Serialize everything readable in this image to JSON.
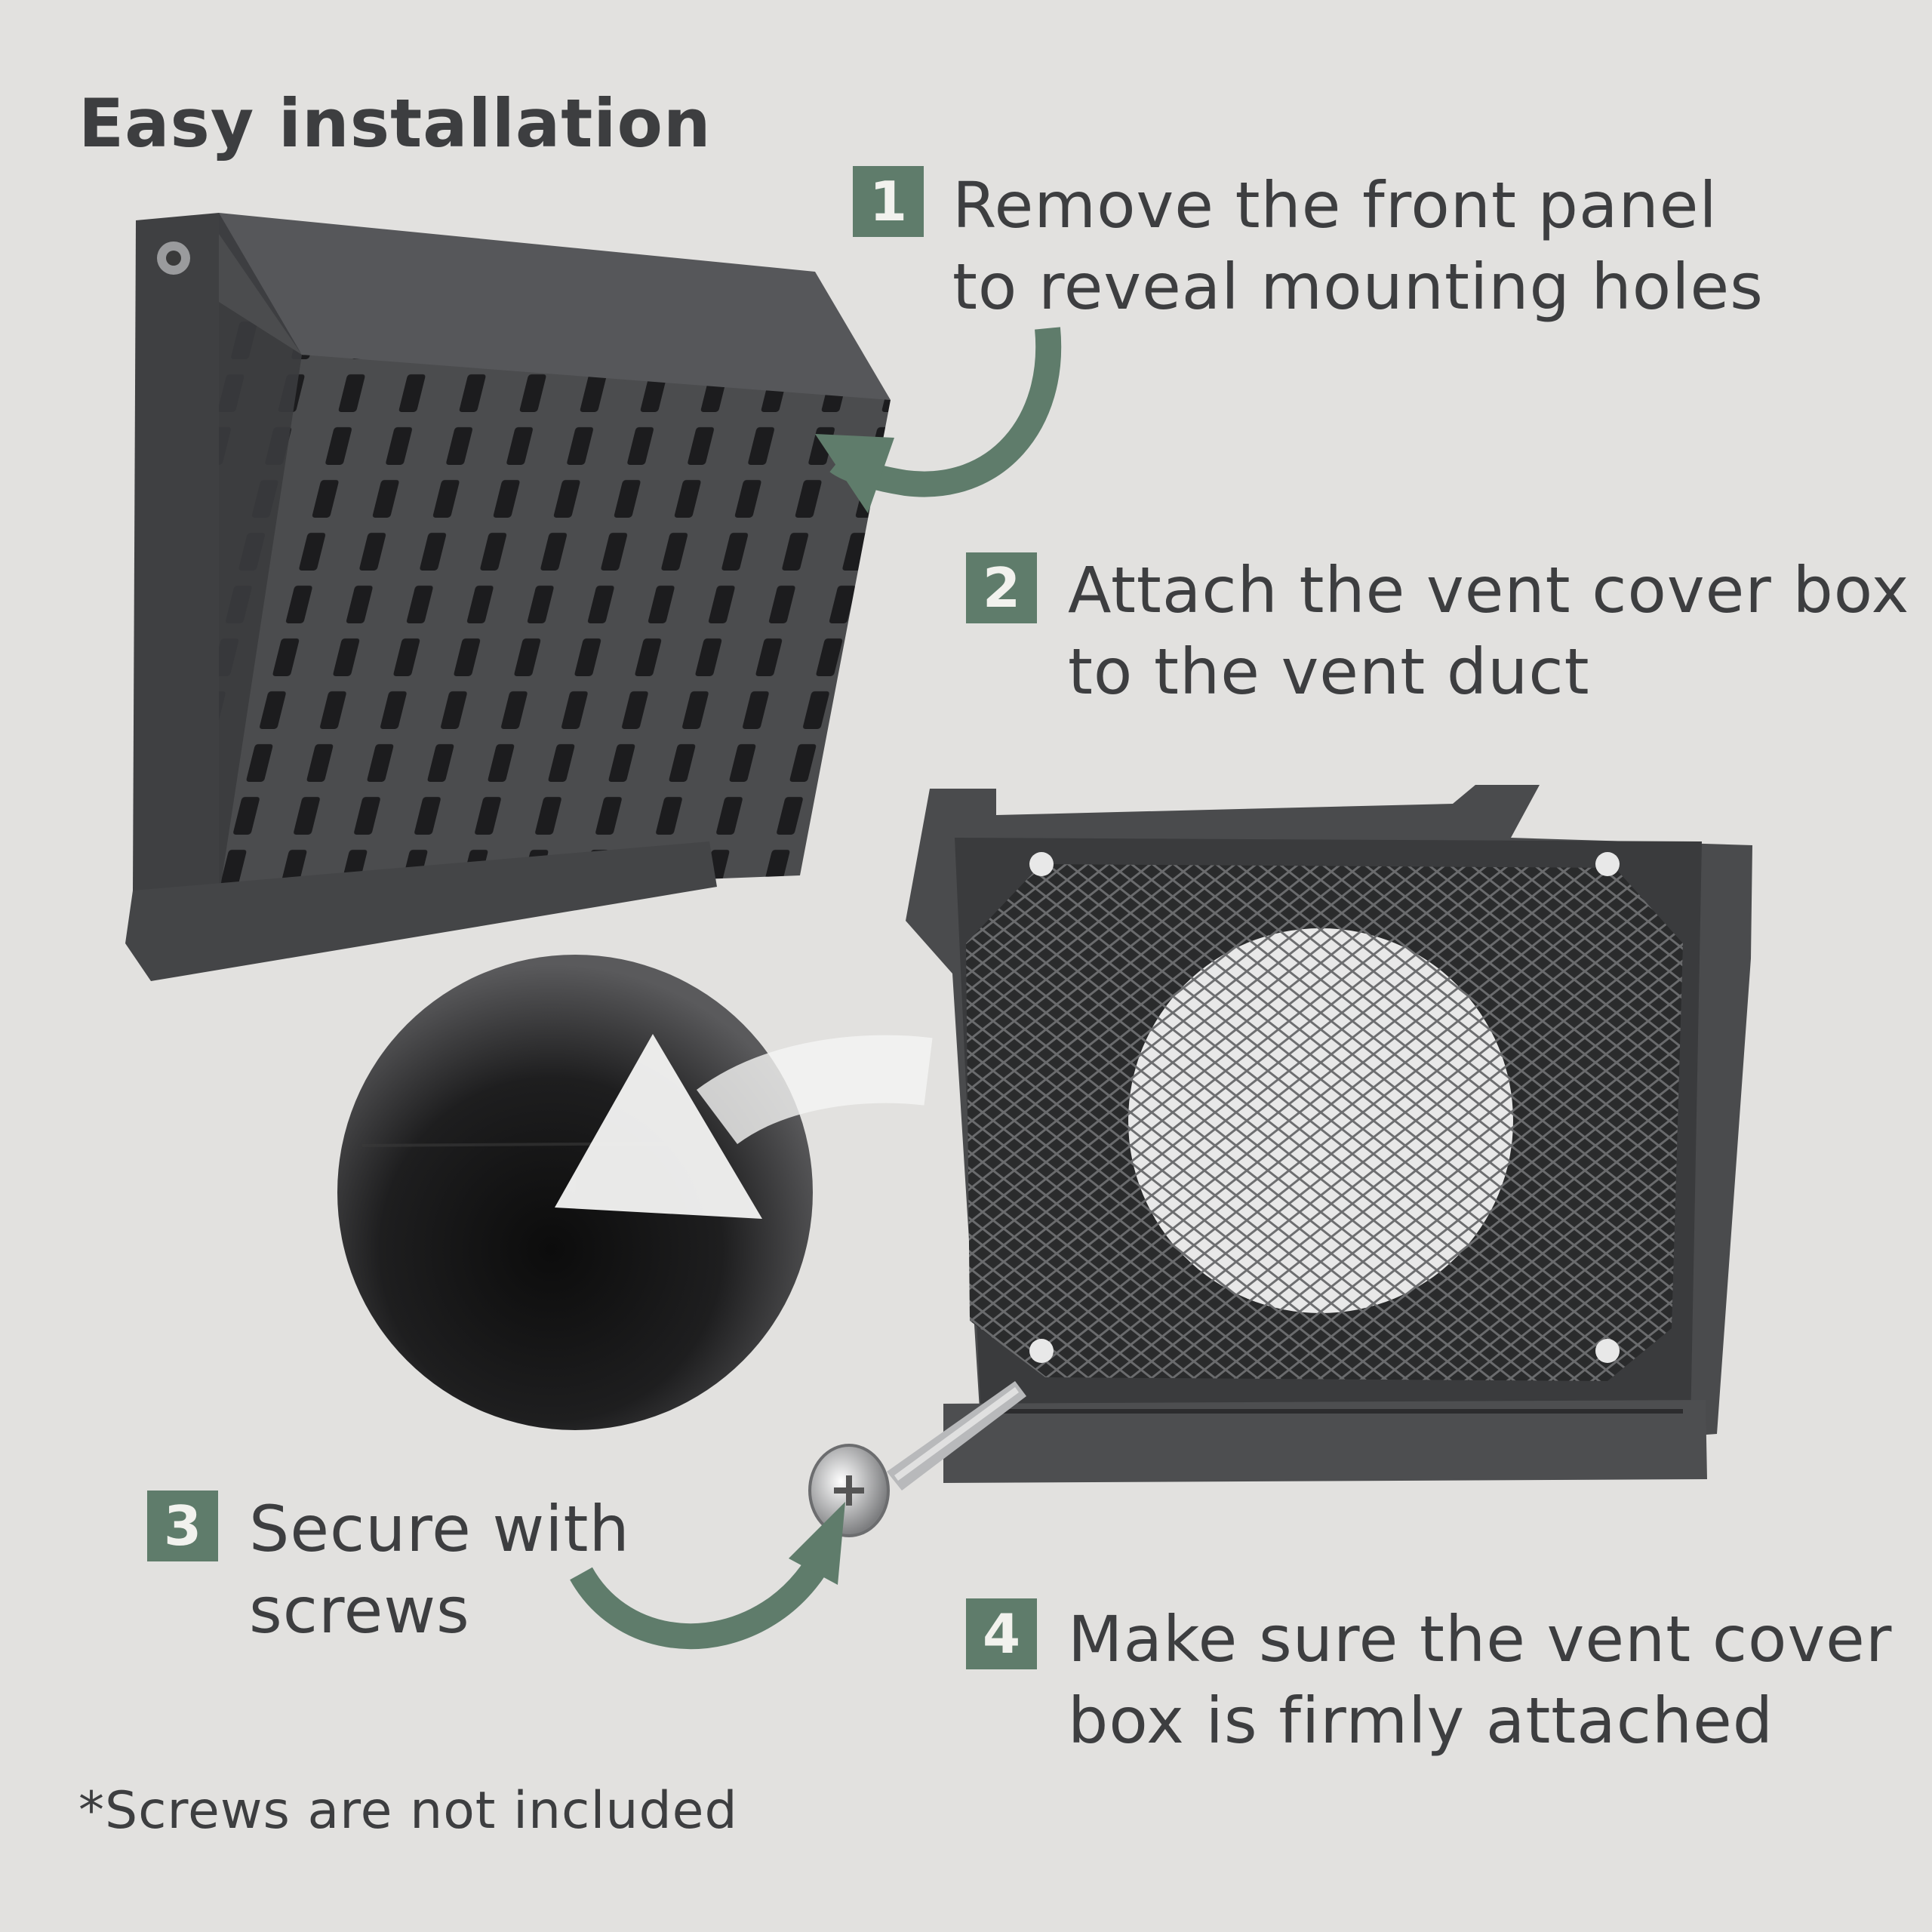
{
  "title": "Easy installation",
  "steps": [
    {
      "number": "1",
      "lines": [
        "Remove the front panel",
        "to reveal mounting holes"
      ]
    },
    {
      "number": "2",
      "lines": [
        "Attach the vent cover box",
        "to the vent duct"
      ]
    },
    {
      "number": "3",
      "lines": [
        "Secure with",
        "screws"
      ]
    },
    {
      "number": "4",
      "lines": [
        "Make sure the vent cover",
        "box is firmly attached"
      ]
    }
  ],
  "footnote": "*Screws are not included",
  "colors": {
    "background": "#e2e1df",
    "accent": "#5f7c6b",
    "text": "#3d3e40",
    "product": "#4a4b4d"
  }
}
